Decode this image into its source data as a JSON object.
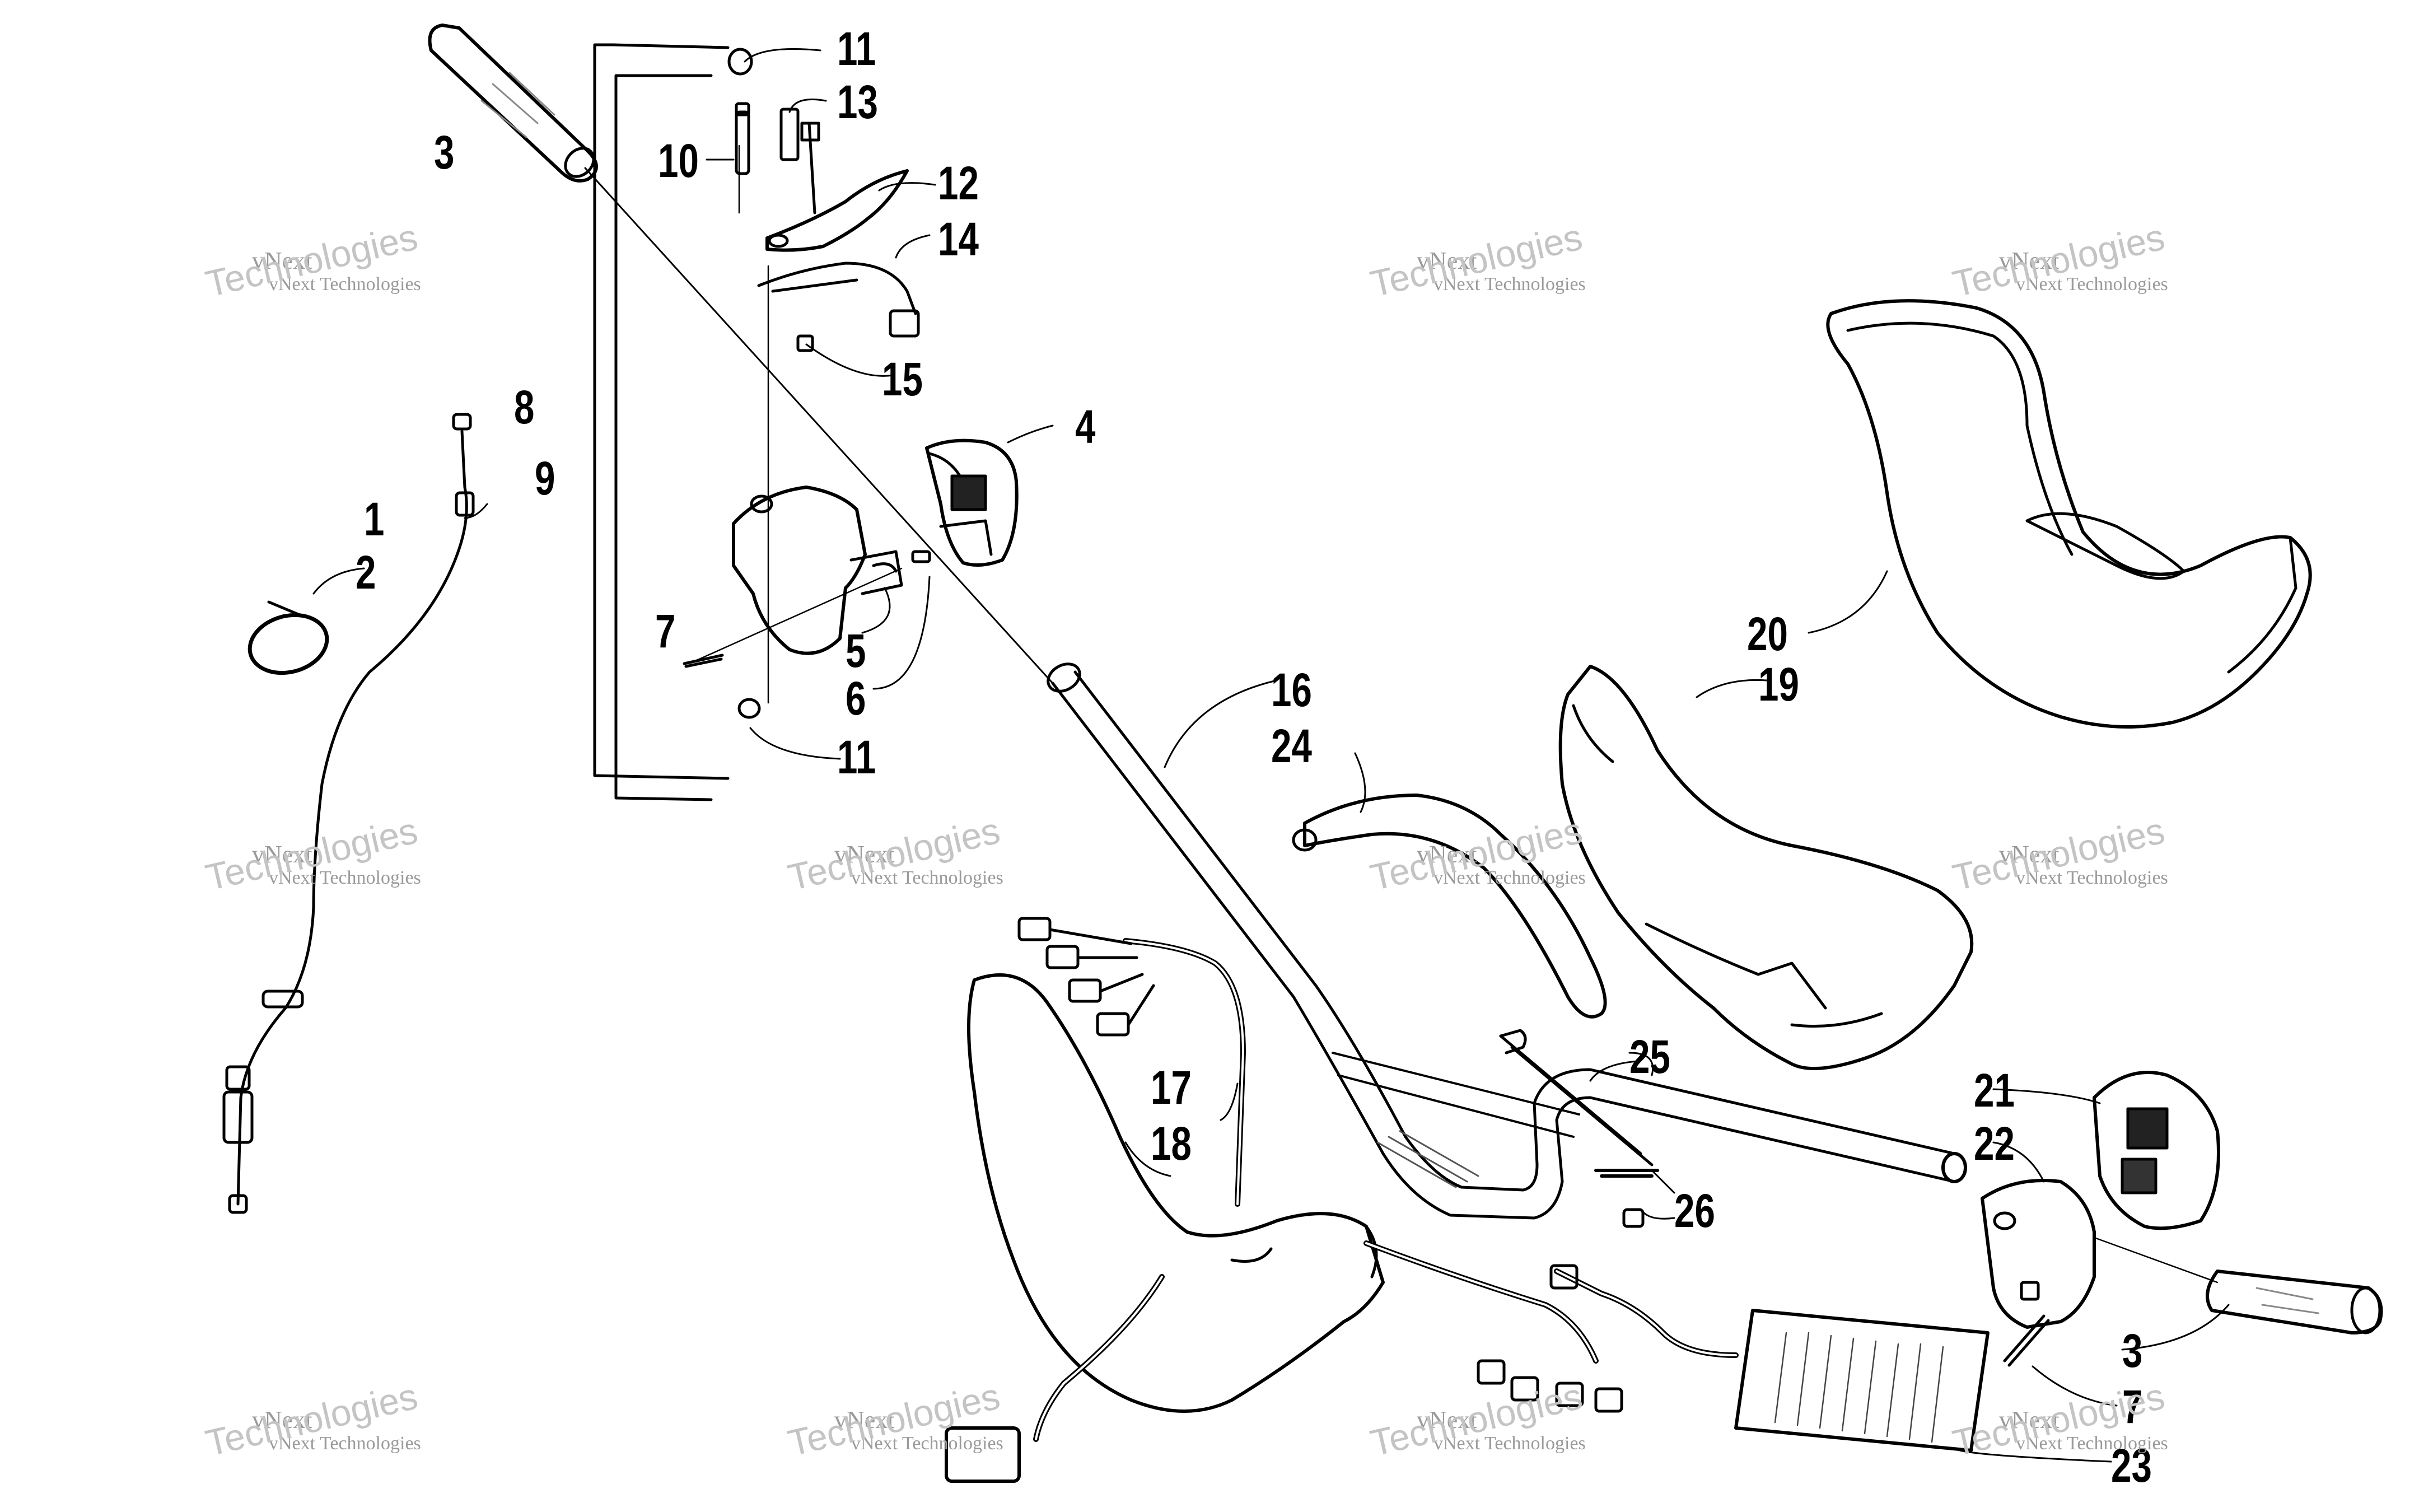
{
  "diagram": {
    "callouts": [
      "1",
      "2",
      "3",
      "4",
      "5",
      "6",
      "7",
      "8",
      "9",
      "10",
      "11",
      "12",
      "13",
      "14",
      "15",
      "16",
      "17",
      "18",
      "19",
      "20",
      "21",
      "22",
      "23",
      "24",
      "25",
      "26"
    ],
    "watermark": {
      "brand": "vNext",
      "company": "Technologies",
      "line": "vNext Technologies"
    }
  }
}
